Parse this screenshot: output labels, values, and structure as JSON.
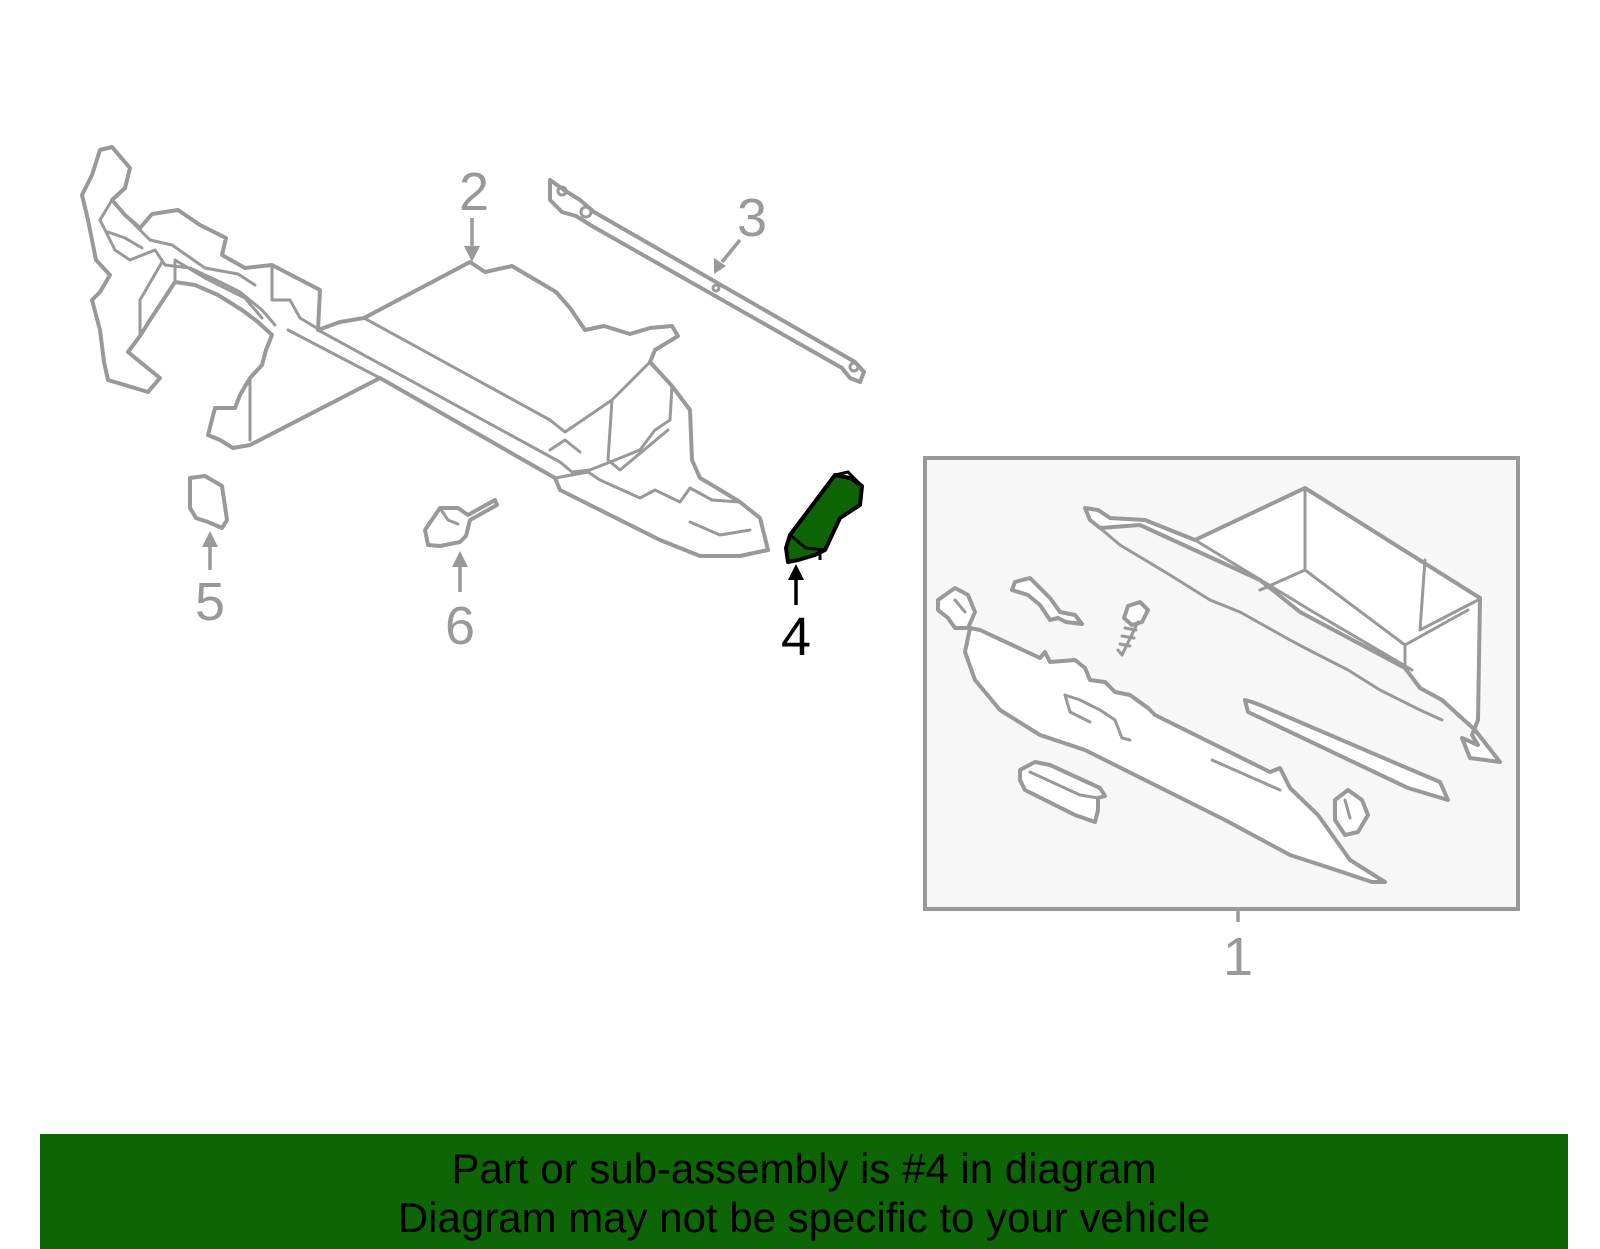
{
  "callouts": {
    "c1": "1",
    "c2": "2",
    "c3": "3",
    "c4": "4",
    "c5": "5",
    "c6": "6"
  },
  "colors": {
    "highlight_fill": "#0e6506",
    "part_stroke": "#999999",
    "banner_bg": "#0e6506"
  },
  "banner": {
    "line1": "Part or sub-assembly is #4 in diagram",
    "line2": "Diagram may not be specific to your vehicle"
  }
}
